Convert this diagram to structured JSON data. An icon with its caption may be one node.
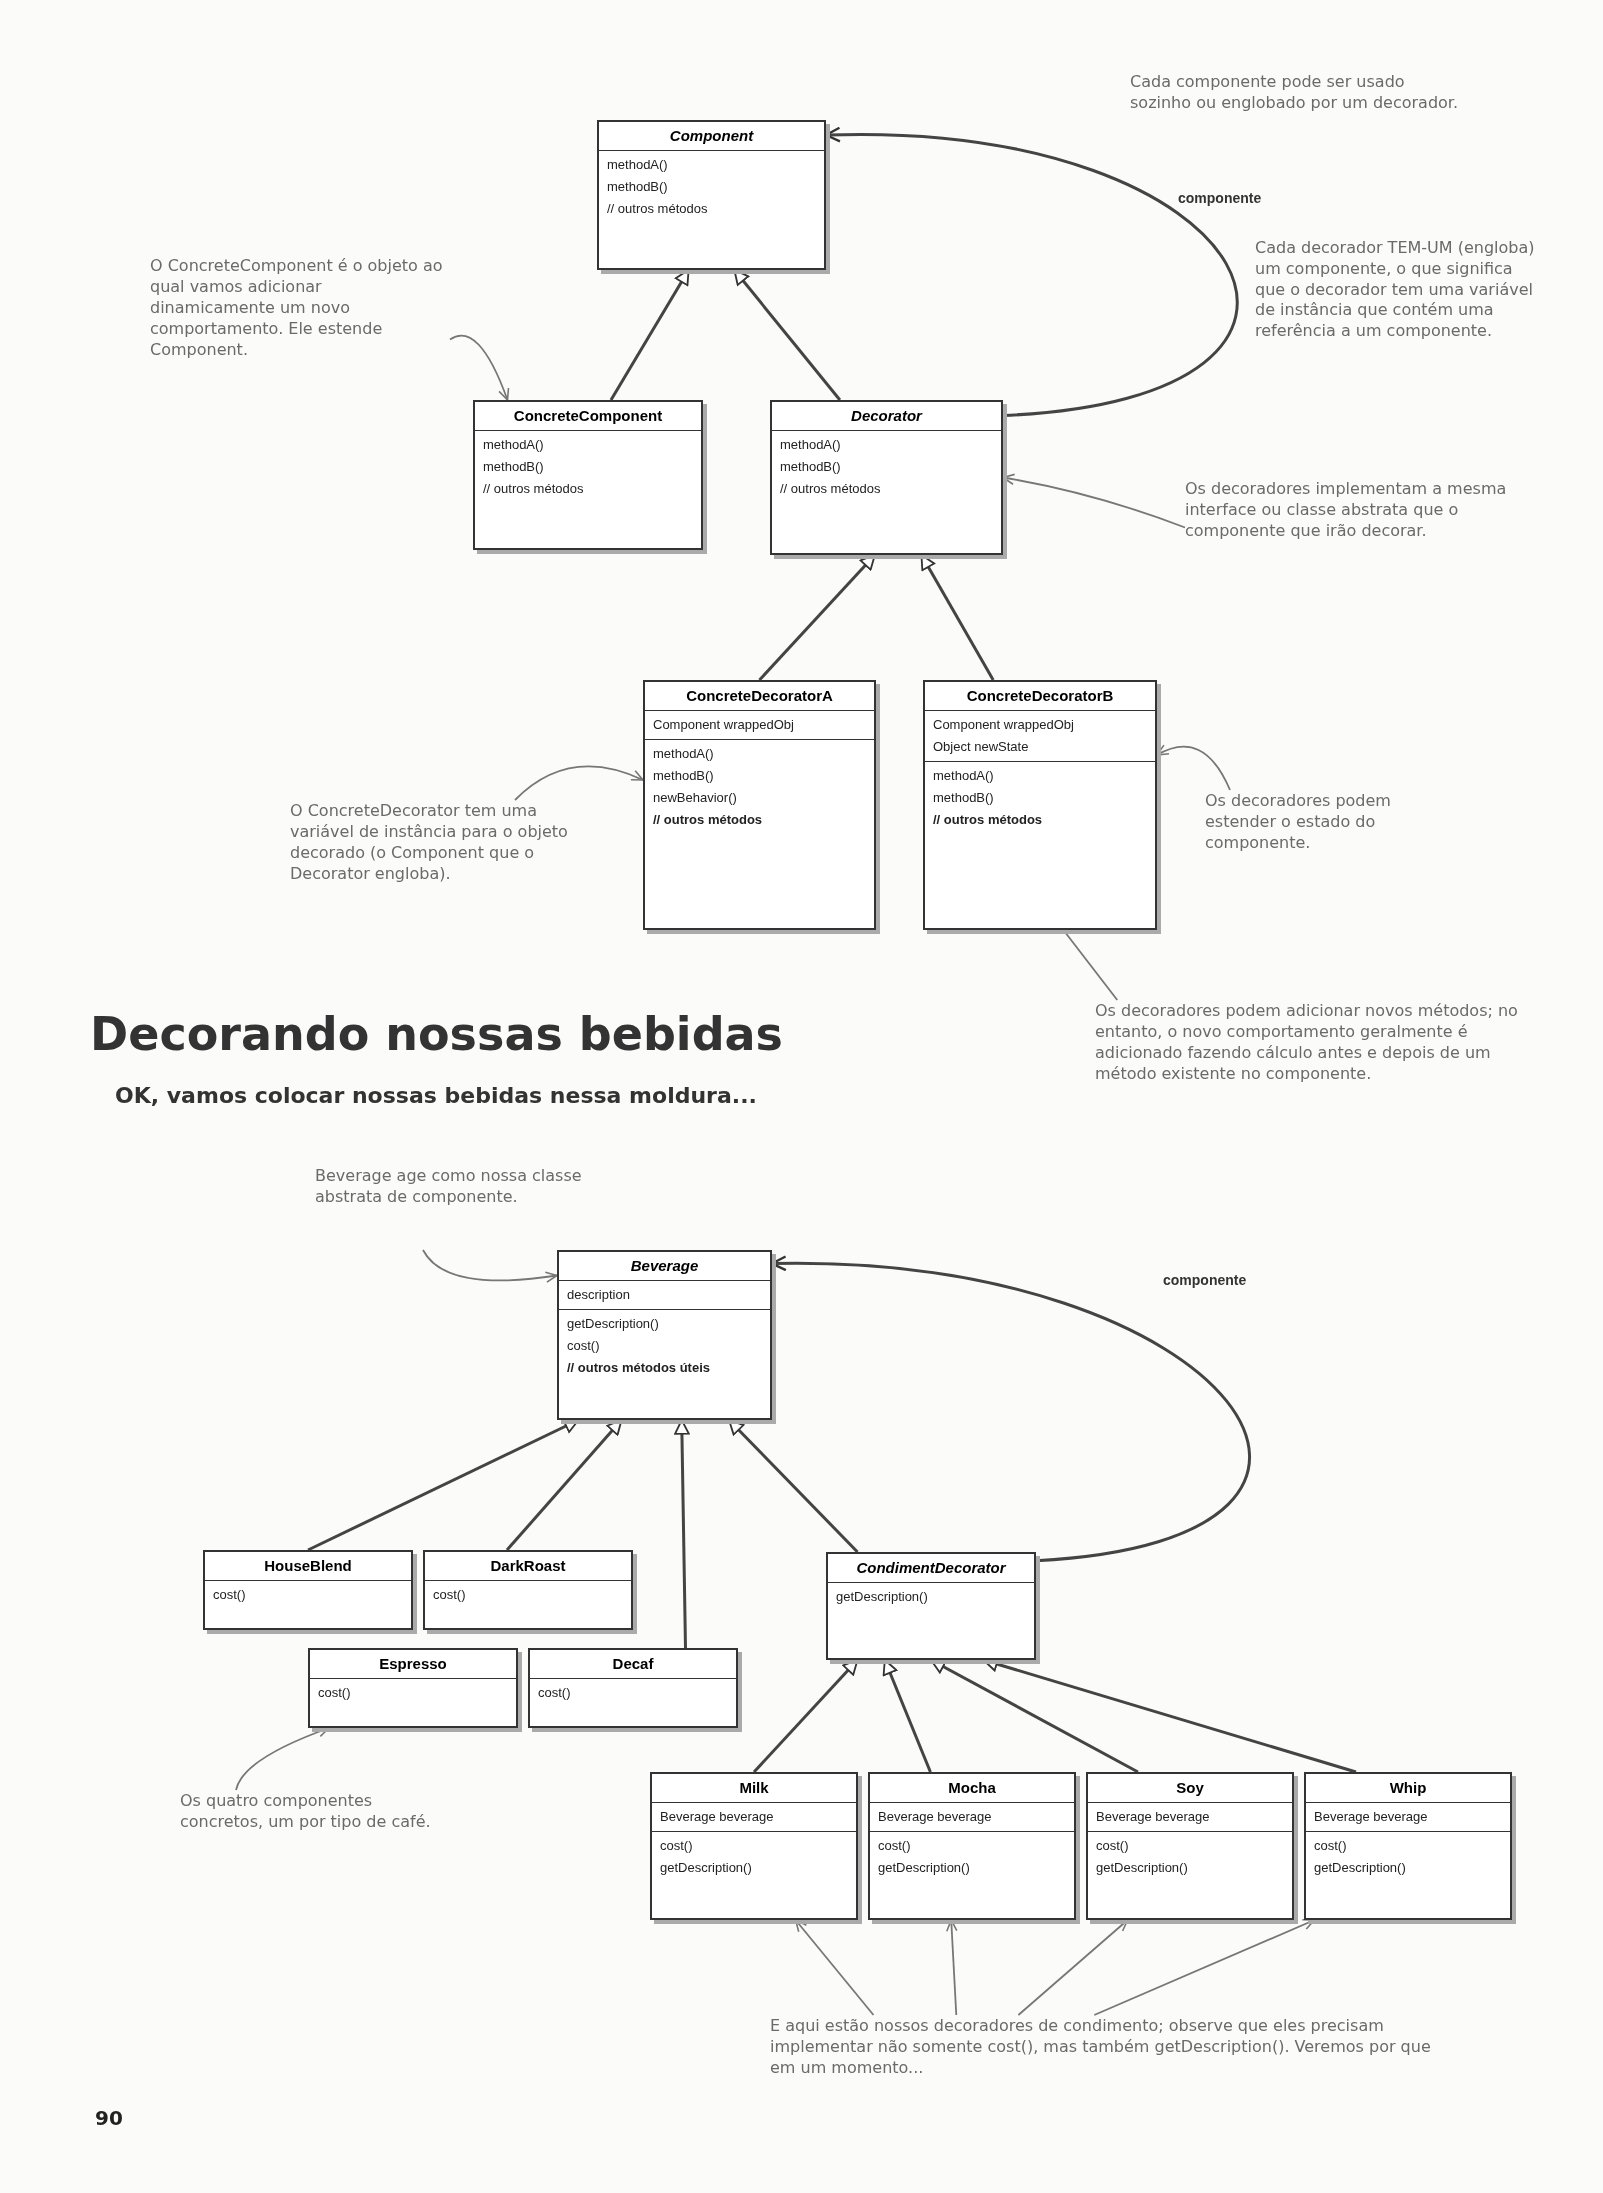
{
  "diagram": {
    "nodes": [
      {
        "text": [
          "Component",
          "methodA()",
          "methodB()",
          "// outros métodos"
        ]
      },
      {
        "text": [
          "ConcreteComponent",
          "methodA()",
          "methodB()",
          "// outros métodos"
        ]
      },
      {
        "text": [
          "Decorator",
          "methodA()",
          "methodB()",
          "// outros métodos"
        ]
      },
      {
        "text": [
          "ConcreteDecoratorA",
          "Component wrappedObj",
          "methodA()",
          "methodB()",
          "newBehavior()",
          "// outros métodos"
        ]
      },
      {
        "text": [
          "ConcreteDecoratorB",
          "Component wrappedObj",
          "Object newState",
          "methodA()",
          "methodB()",
          "// outros métodos"
        ]
      },
      {
        "text": [
          "O ConcreteComponent é o objeto ao qual vamos adicionar dinamicamente um novo comportamento. Ele estende Component."
        ]
      },
      {
        "text": [
          "Os decoradores implementam a mesma interface ou classe abstrata que o componente que irão decorar."
        ]
      },
      {
        "text": [
          "O ConcreteDecorator tem uma variável de instância para o objeto decorado (o Component que o Decorator engloba)."
        ]
      },
      {
        "text": [
          "Os decoradores podem estender o estado do componente."
        ]
      },
      {
        "text": [
          "Os decoradores podem adicionar novos métodos; no entanto, o novo comportamento geralmente é adicionado fazendo cálculo antes e depois de um método existente no componente."
        ]
      },
      {
        "text": [
          "Beverage",
          "description",
          "getDescription()",
          "cost()",
          "// outros métodos úteis"
        ]
      },
      {
        "text": [
          "HouseBlend",
          "cost()"
        ]
      },
      {
        "text": [
          "DarkRoast",
          "cost()"
        ]
      },
      {
        "text": [
          "Espresso",
          "cost()"
        ]
      },
      {
        "text": [
          "Decaf",
          "cost()"
        ]
      },
      {
        "text": [
          "CondimentDecorator",
          "getDescription()"
        ]
      },
      {
        "text": [
          "Milk",
          "Beverage beverage",
          "cost()",
          "getDescription()"
        ]
      },
      {
        "text": [
          "Mocha",
          "Beverage beverage",
          "cost()",
          "getDescription()"
        ]
      },
      {
        "text": [
          "Soy",
          "Beverage beverage",
          "cost()",
          "getDescription()"
        ]
      },
      {
        "text": [
          "Whip",
          "Beverage beverage",
          "cost()",
          "getDescription()"
        ]
      },
      {
        "text": [
          "Beverage age como nossa classe abstrata de componente."
        ]
      },
      {
        "text": [
          "Os quatro componentes concretos, um por tipo de café."
        ]
      },
      {
        "text": [
          "E aqui estão nossos decoradores de condimento; observe que eles precisam implementar não somente cost(), mas também getDescription(). Veremos por que em um momento..."
        ]
      }
    ],
    "edges": [
      {
        "from": 1,
        "to": 0,
        "arrow": "to"
      },
      {
        "from": 2,
        "to": 0,
        "arrow": "to"
      },
      {
        "from": 2,
        "to": 0,
        "arrow": "to",
        "label": "componente"
      },
      {
        "from": 3,
        "to": 2,
        "arrow": "to"
      },
      {
        "from": 4,
        "to": 2,
        "arrow": "to"
      },
      {
        "from": 5,
        "to": 1,
        "arrow": "to"
      },
      {
        "from": 6,
        "to": 2,
        "arrow": "to"
      },
      {
        "from": 7,
        "to": 3,
        "arrow": "to"
      },
      {
        "from": 8,
        "to": 4,
        "arrow": "to"
      },
      {
        "from": 9,
        "to": 4,
        "arrow": "none"
      },
      {
        "from": 11,
        "to": 10,
        "arrow": "to"
      },
      {
        "from": 12,
        "to": 10,
        "arrow": "to"
      },
      {
        "from": 14,
        "to": 10,
        "arrow": "to"
      },
      {
        "from": 15,
        "to": 10,
        "arrow": "to"
      },
      {
        "from": 15,
        "to": 10,
        "arrow": "to",
        "label": "componente"
      },
      {
        "from": 16,
        "to": 15,
        "arrow": "to"
      },
      {
        "from": 17,
        "to": 15,
        "arrow": "to"
      },
      {
        "from": 18,
        "to": 15,
        "arrow": "to"
      },
      {
        "from": 19,
        "to": 15,
        "arrow": "to"
      },
      {
        "from": 20,
        "to": 10,
        "arrow": "to"
      },
      {
        "from": 21,
        "to": 13,
        "arrow": "to"
      },
      {
        "from": 22,
        "to": 16,
        "arrow": "to"
      },
      {
        "from": 22,
        "to": 17,
        "arrow": "to"
      },
      {
        "from": 22,
        "to": 18,
        "arrow": "to"
      },
      {
        "from": 22,
        "to": 19,
        "arrow": "to"
      }
    ],
    "labels": [
      "Cada componente pode ser usado sozinho ou englobado por um decorador.",
      "Cada decorador TEM-UM (engloba) um componente, o que significa que o decorador tem uma variável de instância que contém uma referência a um componente.",
      "Decorando nossas bebidas",
      "OK, vamos colocar nossas bebidas nessa moldura...",
      "90"
    ]
  }
}
